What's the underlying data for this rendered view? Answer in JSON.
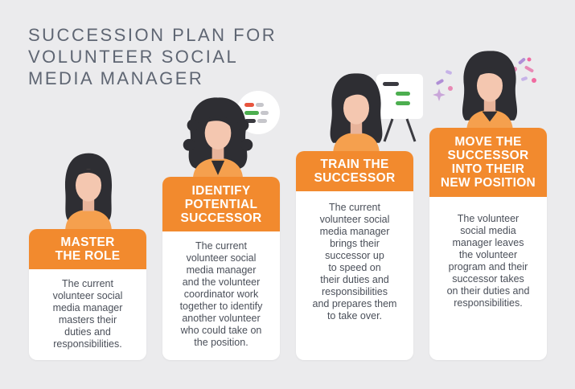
{
  "title": {
    "lines": [
      "SUCCESSION PLAN FOR",
      "VOLUNTEER SOCIAL",
      "MEDIA MANAGER"
    ]
  },
  "steps": [
    {
      "heading": [
        "MASTER",
        "THE ROLE"
      ],
      "body": [
        "The current",
        "volunteer social",
        "media manager",
        "masters their",
        "duties and",
        "responsibilities."
      ]
    },
    {
      "heading": [
        "IDENTIFY",
        "POTENTIAL",
        "SUCCESSOR"
      ],
      "body": [
        "The current",
        "volunteer social",
        "media manager",
        "and the volunteer",
        "coordinator work",
        "together to identify",
        "another volunteer",
        "who could take on",
        "the position."
      ]
    },
    {
      "heading": [
        "TRAIN THE",
        "SUCCESSOR"
      ],
      "body": [
        "The current",
        "volunteer social",
        "media manager",
        "brings their",
        "successor up",
        "to speed on",
        "their duties and",
        "responsibilities",
        "and prepares them",
        "to take over."
      ]
    },
    {
      "heading": [
        "MOVE THE",
        "SUCCESSOR",
        "INTO THEIR",
        "NEW POSITION"
      ],
      "body": [
        "The volunteer",
        "social media",
        "manager leaves",
        "the volunteer",
        "program and their",
        "successor takes",
        "on their duties and",
        "responsibilities."
      ]
    }
  ],
  "colors": {
    "background": "#ebebed",
    "accent": "#f28a2e",
    "card": "#ffffff",
    "title": "#5f6673",
    "body_text": "#4a4f59",
    "hair": "#2e2e33",
    "skin": "#f4c7b0",
    "shirt": "#f5a04e",
    "bar_green": "#4cae4f",
    "bar_red": "#e8553e",
    "bar_dark": "#3a3a40"
  }
}
